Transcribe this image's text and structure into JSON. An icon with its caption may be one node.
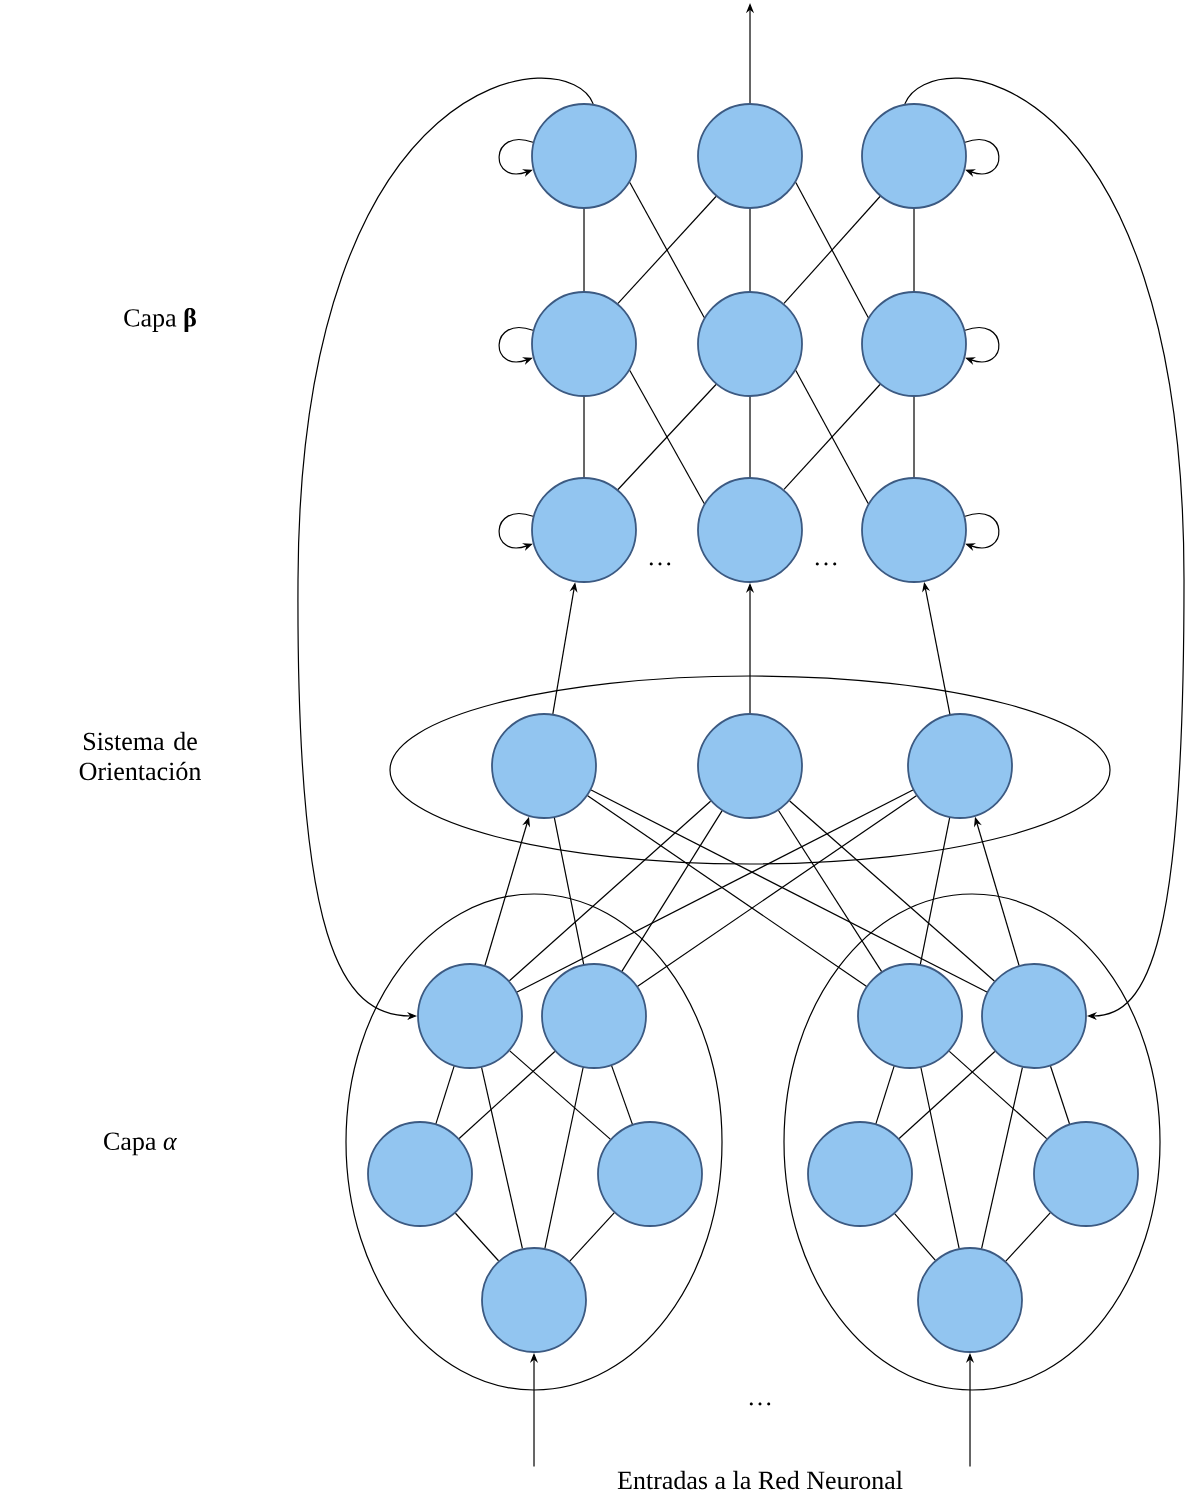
{
  "diagram": {
    "nodes": [
      {
        "text": [],
        "shape": "circle"
      },
      {
        "text": [],
        "shape": "circle"
      },
      {
        "text": [],
        "shape": "circle"
      },
      {
        "text": [],
        "shape": "circle"
      },
      {
        "text": [],
        "shape": "circle"
      },
      {
        "text": [],
        "shape": "circle"
      },
      {
        "text": [],
        "shape": "circle"
      },
      {
        "text": [],
        "shape": "circle"
      },
      {
        "text": [],
        "shape": "circle"
      },
      {
        "text": [],
        "shape": "ellipse"
      },
      {
        "text": [],
        "shape": "circle",
        "in": 9
      },
      {
        "text": [],
        "shape": "circle",
        "in": 9
      },
      {
        "text": [],
        "shape": "circle",
        "in": 9
      },
      {
        "text": [],
        "shape": "ellipse"
      },
      {
        "text": [],
        "shape": "circle",
        "in": 13
      },
      {
        "text": [],
        "shape": "circle",
        "in": 13
      },
      {
        "text": [],
        "shape": "circle",
        "in": 13
      },
      {
        "text": [],
        "shape": "circle",
        "in": 13
      },
      {
        "text": [],
        "shape": "circle",
        "in": 13
      },
      {
        "text": [],
        "shape": "ellipse"
      },
      {
        "text": [],
        "shape": "circle",
        "in": 19
      },
      {
        "text": [],
        "shape": "circle",
        "in": 19
      },
      {
        "text": [],
        "shape": "circle",
        "in": 19
      },
      {
        "text": [],
        "shape": "circle",
        "in": 19
      },
      {
        "text": [],
        "shape": "circle",
        "in": 19
      },
      {
        "text": [
          "Entradas a la Red Neuronal"
        ]
      }
    ],
    "edges": [
      {
        "from": 1,
        "to": null,
        "arrow": "to"
      },
      {
        "from": 0,
        "to": 0,
        "arrow": "to"
      },
      {
        "from": 2,
        "to": 2,
        "arrow": "to"
      },
      {
        "from": 3,
        "to": 3,
        "arrow": "to"
      },
      {
        "from": 5,
        "to": 5,
        "arrow": "to"
      },
      {
        "from": 6,
        "to": 6,
        "arrow": "to"
      },
      {
        "from": 8,
        "to": 8,
        "arrow": "to"
      },
      {
        "from": 0,
        "to": 3,
        "arrow": "none"
      },
      {
        "from": 0,
        "to": 4,
        "arrow": "none"
      },
      {
        "from": 1,
        "to": 3,
        "arrow": "none"
      },
      {
        "from": 1,
        "to": 4,
        "arrow": "none"
      },
      {
        "from": 1,
        "to": 5,
        "arrow": "none"
      },
      {
        "from": 2,
        "to": 4,
        "arrow": "none"
      },
      {
        "from": 2,
        "to": 5,
        "arrow": "none"
      },
      {
        "from": 3,
        "to": 6,
        "arrow": "none"
      },
      {
        "from": 3,
        "to": 7,
        "arrow": "none"
      },
      {
        "from": 4,
        "to": 6,
        "arrow": "none"
      },
      {
        "from": 4,
        "to": 7,
        "arrow": "none"
      },
      {
        "from": 4,
        "to": 8,
        "arrow": "none"
      },
      {
        "from": 5,
        "to": 7,
        "arrow": "none"
      },
      {
        "from": 5,
        "to": 8,
        "arrow": "none"
      },
      {
        "from": 0,
        "to": 14,
        "arrow": "to"
      },
      {
        "from": 2,
        "to": 21,
        "arrow": "to"
      },
      {
        "from": 10,
        "to": 6,
        "arrow": "to"
      },
      {
        "from": 11,
        "to": 7,
        "arrow": "to"
      },
      {
        "from": 12,
        "to": 8,
        "arrow": "to"
      },
      {
        "from": 14,
        "to": 10,
        "arrow": "to"
      },
      {
        "from": 14,
        "to": 11,
        "arrow": "none"
      },
      {
        "from": 14,
        "to": 12,
        "arrow": "none"
      },
      {
        "from": 15,
        "to": 10,
        "arrow": "none"
      },
      {
        "from": 15,
        "to": 11,
        "arrow": "none"
      },
      {
        "from": 15,
        "to": 12,
        "arrow": "none"
      },
      {
        "from": 20,
        "to": 10,
        "arrow": "none"
      },
      {
        "from": 20,
        "to": 11,
        "arrow": "none"
      },
      {
        "from": 20,
        "to": 12,
        "arrow": "none"
      },
      {
        "from": 21,
        "to": 10,
        "arrow": "none"
      },
      {
        "from": 21,
        "to": 11,
        "arrow": "none"
      },
      {
        "from": 21,
        "to": 12,
        "arrow": "to"
      },
      {
        "from": 14,
        "to": 16,
        "arrow": "none"
      },
      {
        "from": 14,
        "to": 17,
        "arrow": "none"
      },
      {
        "from": 14,
        "to": 18,
        "arrow": "none"
      },
      {
        "from": 15,
        "to": 16,
        "arrow": "none"
      },
      {
        "from": 15,
        "to": 17,
        "arrow": "none"
      },
      {
        "from": 15,
        "to": 18,
        "arrow": "none"
      },
      {
        "from": 16,
        "to": 18,
        "arrow": "none"
      },
      {
        "from": 17,
        "to": 18,
        "arrow": "none"
      },
      {
        "from": 20,
        "to": 22,
        "arrow": "none"
      },
      {
        "from": 20,
        "to": 23,
        "arrow": "none"
      },
      {
        "from": 20,
        "to": 24,
        "arrow": "none"
      },
      {
        "from": 21,
        "to": 22,
        "arrow": "none"
      },
      {
        "from": 21,
        "to": 23,
        "arrow": "none"
      },
      {
        "from": 21,
        "to": 24,
        "arrow": "none"
      },
      {
        "from": 22,
        "to": 24,
        "arrow": "none"
      },
      {
        "from": 23,
        "to": 24,
        "arrow": "none"
      },
      {
        "from": 25,
        "to": 18,
        "arrow": "to"
      },
      {
        "from": 25,
        "to": 24,
        "arrow": "to"
      }
    ],
    "labels": [
      "Capa **β**",
      "…",
      "…",
      "Sistema de Orientación",
      "Capa *α*",
      "…"
    ]
  }
}
